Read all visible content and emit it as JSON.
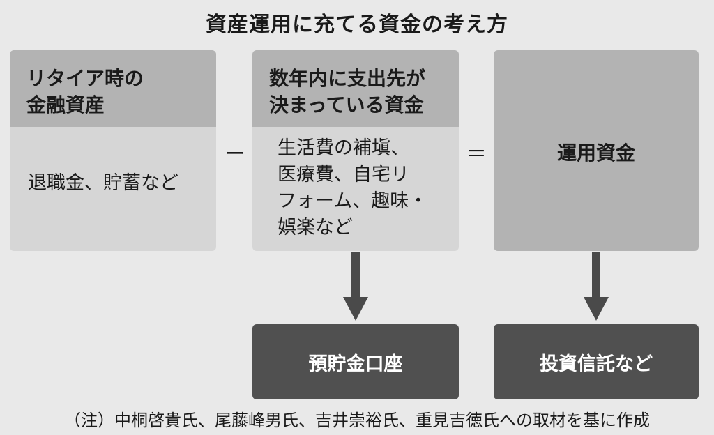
{
  "title": "資産運用に充てる資金の考え方",
  "box_left": {
    "heading": "リタイア時の\n金融資産",
    "body": "退職金、貯蓄など"
  },
  "operator_minus": "ー",
  "box_middle": {
    "heading": "数年内に支出先が\n決まっている資金",
    "body": "生活費の補塡、\n医療費、自宅リ\nフォーム、趣味・\n娯楽など"
  },
  "operator_equals": "＝",
  "box_right": {
    "label": "運用資金"
  },
  "result_left": "預貯金口座",
  "result_right": "投資信託など",
  "note": "（注）中桐啓貴氏、尾藤峰男氏、吉井崇裕氏、重見吉徳氏への取材を基に作成",
  "colors": {
    "background": "#e9e9e9",
    "box_light": "#d6d6d6",
    "box_header": "#b3b3b3",
    "box_dark": "#505050",
    "arrow": "#4a4a4a"
  }
}
